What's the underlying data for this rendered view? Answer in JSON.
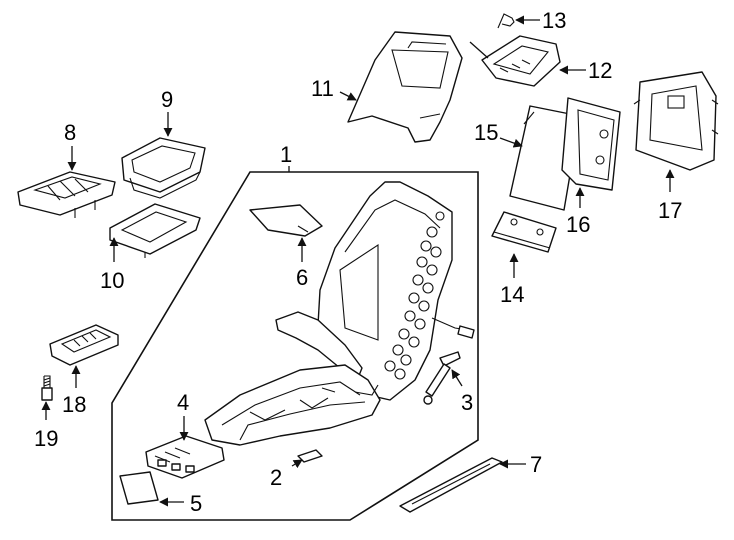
{
  "diagram": {
    "callouts": [
      {
        "id": "1",
        "label": "1"
      },
      {
        "id": "2",
        "label": "2"
      },
      {
        "id": "3",
        "label": "3"
      },
      {
        "id": "4",
        "label": "4"
      },
      {
        "id": "5",
        "label": "5"
      },
      {
        "id": "6",
        "label": "6"
      },
      {
        "id": "7",
        "label": "7"
      },
      {
        "id": "8",
        "label": "8"
      },
      {
        "id": "9",
        "label": "9"
      },
      {
        "id": "10",
        "label": "10"
      },
      {
        "id": "11",
        "label": "11"
      },
      {
        "id": "12",
        "label": "12"
      },
      {
        "id": "13",
        "label": "13"
      },
      {
        "id": "14",
        "label": "14"
      },
      {
        "id": "15",
        "label": "15"
      },
      {
        "id": "16",
        "label": "16"
      },
      {
        "id": "17",
        "label": "17"
      },
      {
        "id": "18",
        "label": "18"
      },
      {
        "id": "19",
        "label": "19"
      }
    ]
  }
}
